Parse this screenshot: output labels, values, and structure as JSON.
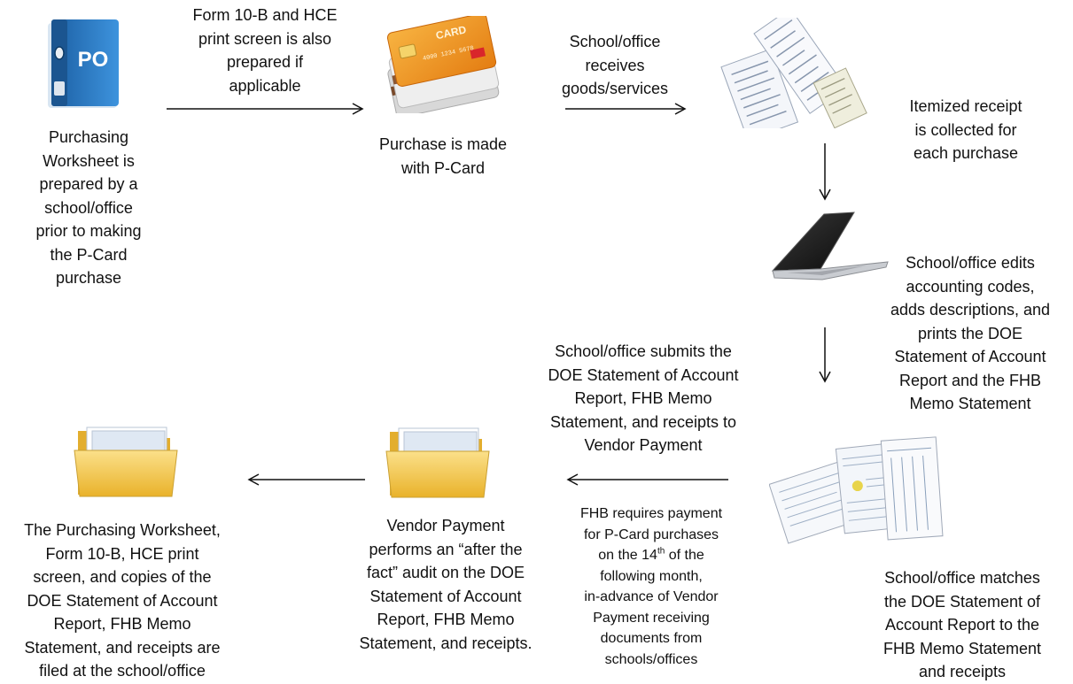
{
  "steps": {
    "worksheet": "Purchasing\nWorksheet is\nprepared by a\nschool/office\nprior to making\nthe P-Card\npurchase",
    "form_note": "Form 10-B and HCE\nprint screen is also\nprepared if\napplicable",
    "purchase": "Purchase is made\nwith P-Card",
    "receives": "School/office\nreceives\ngoods/services",
    "receipt": "Itemized receipt\nis collected for\neach purchase",
    "edits": "School/office edits\naccounting codes,\nadds descriptions, and\nprints the DOE\nStatement of Account\nReport and the FHB\nMemo Statement",
    "matches": "School/office matches\nthe DOE Statement of\nAccount Report to the\nFHB Memo Statement\nand receipts",
    "submits": "School/office submits the\nDOE Statement of Account\nReport, FHB Memo\nStatement, and receipts to\nVendor Payment",
    "fhb_req_pre": "FHB requires payment\nfor P-Card purchases\non the 14",
    "fhb_req_sup": "th",
    "fhb_req_post": " of the\nfollowing month,\nin-advance of Vendor\nPayment receiving\ndocuments from\nschools/offices",
    "audit": "Vendor Payment\nperforms an “after the\nfact” audit on the DOE\nStatement of Account\nReport, FHB Memo\nStatement, and  receipts.",
    "filed": "The Purchasing Worksheet,\nForm 10-B, HCE print\nscreen, and copies of the\nDOE Statement of Account\nReport, FHB Memo\nStatement, and receipts are\nfiled at the school/office"
  },
  "icons": {
    "binder_label": "PO",
    "card_label": "CARD",
    "card_number": "4000 1234 5678"
  },
  "colors": {
    "binder_blue": "#2f7fc8",
    "card_orange": "#f39a1e",
    "folder_yellow": "#f3c63a",
    "arrow": "#111111"
  }
}
